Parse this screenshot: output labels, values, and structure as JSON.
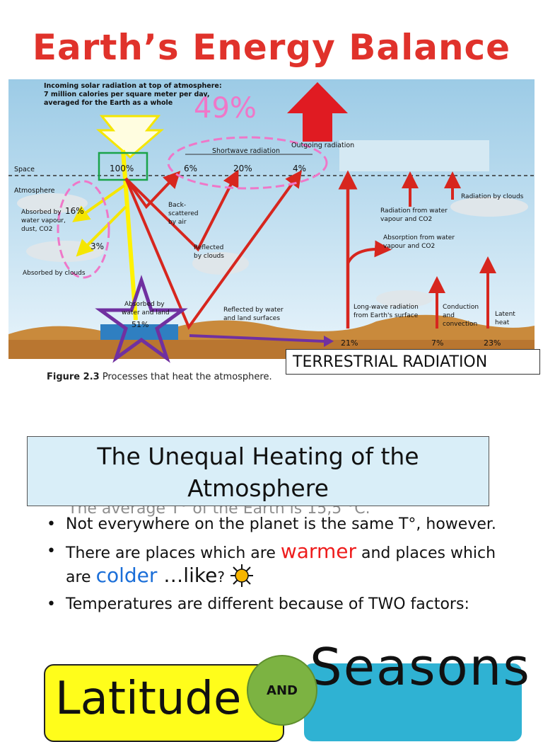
{
  "title": "Earth’s Energy Balance",
  "figure": {
    "incoming_label_line1": "Incoming solar radiation at top of atmosphere:",
    "incoming_label_line2": "7 million calories per square meter per day,",
    "incoming_label_line3": "averaged for the Earth as a whole",
    "pct_49": "49%",
    "outgoing": "Outgoing radiation",
    "shortwave": "Shortwave radiation",
    "space": "Space",
    "atmosphere": "Atmosphere",
    "pct_100": "100%",
    "pct_6": "6%",
    "pct_20": "20%",
    "pct_4": "4%",
    "pct_16": "16%",
    "pct_3": "3%",
    "absorbed_vapour_1": "Absorbed by",
    "absorbed_vapour_2": "water vapour,",
    "absorbed_vapour_3": "dust, CO2",
    "absorbed_clouds": "Absorbed by clouds",
    "backscattered_1": "Back-",
    "backscattered_2": "scattered",
    "backscattered_3": "by air",
    "reflected_clouds_1": "Reflected",
    "reflected_clouds_2": "by clouds",
    "absorbed_land_1": "Absorbed by",
    "absorbed_land_2": "water and land",
    "pct_51": "51%",
    "reflected_surface_1": "Reflected by water",
    "reflected_surface_2": "and land surfaces",
    "rad_clouds": "Radiation  by clouds",
    "rad_vapour_1": "Radiation from water",
    "rad_vapour_2": "vapour and CO2",
    "abs_vapour_1": "Absorption from water",
    "abs_vapour_2": "vapour and CO2",
    "longwave_1": "Long-wave radiation",
    "longwave_2": "from Earth's surface",
    "conduction_1": "Conduction",
    "conduction_2": "and",
    "conduction_3": "convection",
    "latent_1": "Latent",
    "latent_2": "heat",
    "pct_21": "21%",
    "pct_7": "7%",
    "pct_23": "23%",
    "caption_bold": "Figure 2.3",
    "caption_rest": " Processes that heat the atmosphere."
  },
  "terrestrial_label": "TERRESTRIAL RADIATION",
  "heading_line1": "The Unequal Heating of the",
  "heading_line2": "Atmosphere",
  "hidden_bullet": "The average T° of the Earth is 15,5 °C.",
  "bullets": {
    "b1": "Not everywhere on the planet is the same T°, however.",
    "b2_pre": "There are places which are ",
    "b2_warm": "warmer",
    "b2_mid": " and places which are ",
    "b2_cold": "colder",
    "b2_like": " …like",
    "b2_q": "?",
    "b3": "Temperatures are different because of TWO factors:"
  },
  "latitude": "Latitude",
  "and": "AND",
  "seasons": "Seasons",
  "colors": {
    "title_red": "#e0322b",
    "sky_blue": "#a8d3ea",
    "arrow_red": "#d7261e",
    "ray_yellow": "#fff200",
    "dash_pink": "#ef77c8",
    "star_purple": "#7030a0",
    "latitude_yellow": "#fffd1b",
    "seasons_blue": "#2fb2d3",
    "and_green": "#7cb342"
  }
}
